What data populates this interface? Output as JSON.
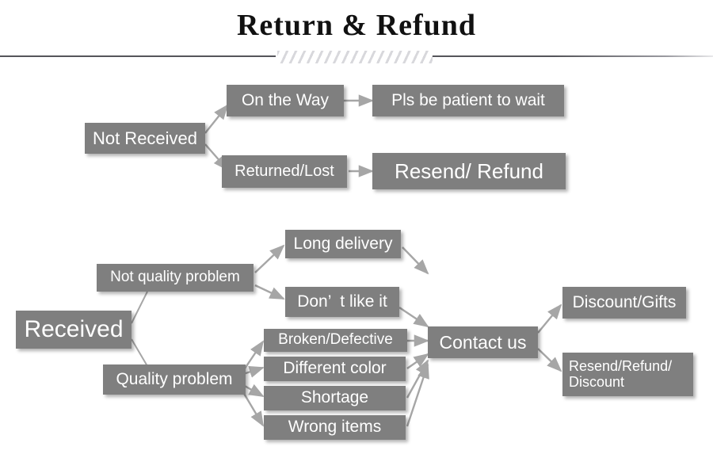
{
  "header": {
    "title": "Return & Refund",
    "divider_icon": "hatched-divider"
  },
  "colors": {
    "node_fill": "#7f7f7f",
    "node_text": "#ffffff",
    "arrow": "#a6a6a6",
    "rule": "#55555a",
    "title_text": "#111111",
    "page_background": "#ffffff"
  },
  "flow": {
    "not_received_branch": {
      "root": "Not Received",
      "steps": [
        {
          "cause": "On the Way",
          "result": "Pls be patient to wait"
        },
        {
          "cause": "Returned/Lost",
          "result": "Resend/ Refund"
        }
      ]
    },
    "received_branch": {
      "root": "Received",
      "not_quality": {
        "label": "Not quality problem",
        "reasons": [
          "Long delivery",
          "Don’  t like it"
        ]
      },
      "quality": {
        "label": "Quality problem",
        "reasons": [
          "Broken/Defective",
          "Different color",
          "Shortage",
          "Wrong items"
        ]
      },
      "action": "Contact us",
      "outcomes": [
        "Discount/Gifts",
        "Resend/Refund/\nDiscount"
      ]
    }
  }
}
